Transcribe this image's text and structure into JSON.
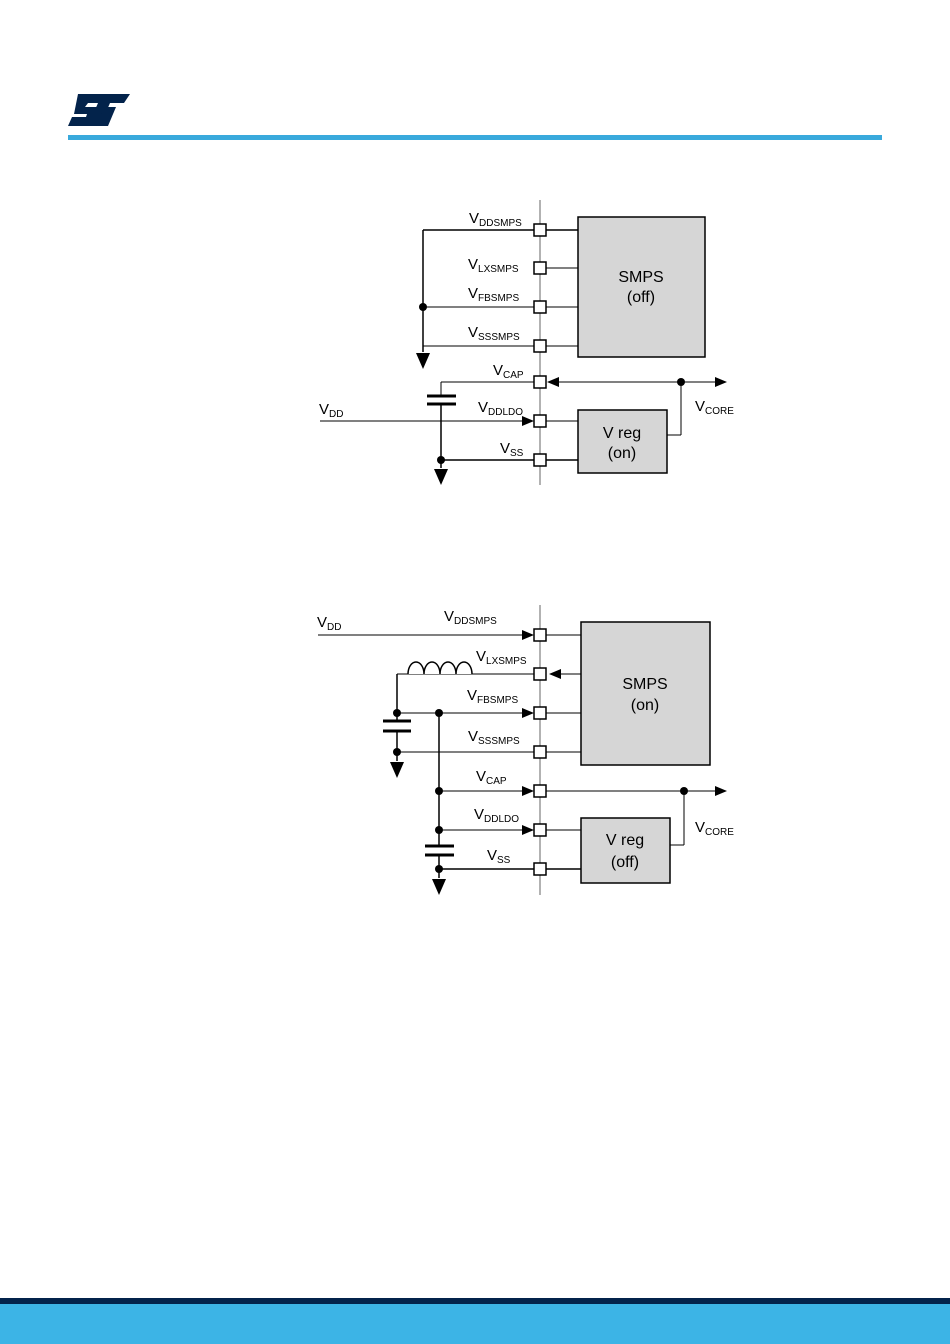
{
  "header": {
    "logo_icon": "st-logo-icon",
    "rule_color": "#39a9dc"
  },
  "footer": {
    "dark_color": "#03234b",
    "band_color": "#3cb4e6"
  },
  "diagram_top": {
    "pins": {
      "vddsmps": {
        "main": "V",
        "sub": "DDSMPS"
      },
      "vlxsmps": {
        "main": "V",
        "sub": "LXSMPS"
      },
      "vfbsmps": {
        "main": "V",
        "sub": "FBSMPS"
      },
      "vsssmps": {
        "main": "V",
        "sub": "SSSMPS"
      },
      "vcap": {
        "main": "V",
        "sub": "CAP"
      },
      "vddldo": {
        "main": "V",
        "sub": "DDLDO"
      },
      "vss": {
        "main": "V",
        "sub": "SS"
      }
    },
    "vdd": {
      "main": "V",
      "sub": "DD"
    },
    "vcore": {
      "main": "V",
      "sub": "CORE"
    },
    "smps_block": {
      "line1": "SMPS",
      "line2": "(off)"
    },
    "vreg_block": {
      "line1": "V reg",
      "line2": "(on)"
    }
  },
  "diagram_bottom": {
    "pins": {
      "vddsmps": {
        "main": "V",
        "sub": "DDSMPS"
      },
      "vlxsmps": {
        "main": "V",
        "sub": "LXSMPS"
      },
      "vfbsmps": {
        "main": "V",
        "sub": "FBSMPS"
      },
      "vsssmps": {
        "main": "V",
        "sub": "SSSMPS"
      },
      "vcap": {
        "main": "V",
        "sub": "CAP"
      },
      "vddldo": {
        "main": "V",
        "sub": "DDLDO"
      },
      "vss": {
        "main": "V",
        "sub": "SS"
      }
    },
    "vdd": {
      "main": "V",
      "sub": "DD"
    },
    "vcore": {
      "main": "V",
      "sub": "CORE"
    },
    "smps_block": {
      "line1": "SMPS",
      "line2": "(on)"
    },
    "vreg_block": {
      "line1": "V reg",
      "line2": "(off)"
    }
  }
}
